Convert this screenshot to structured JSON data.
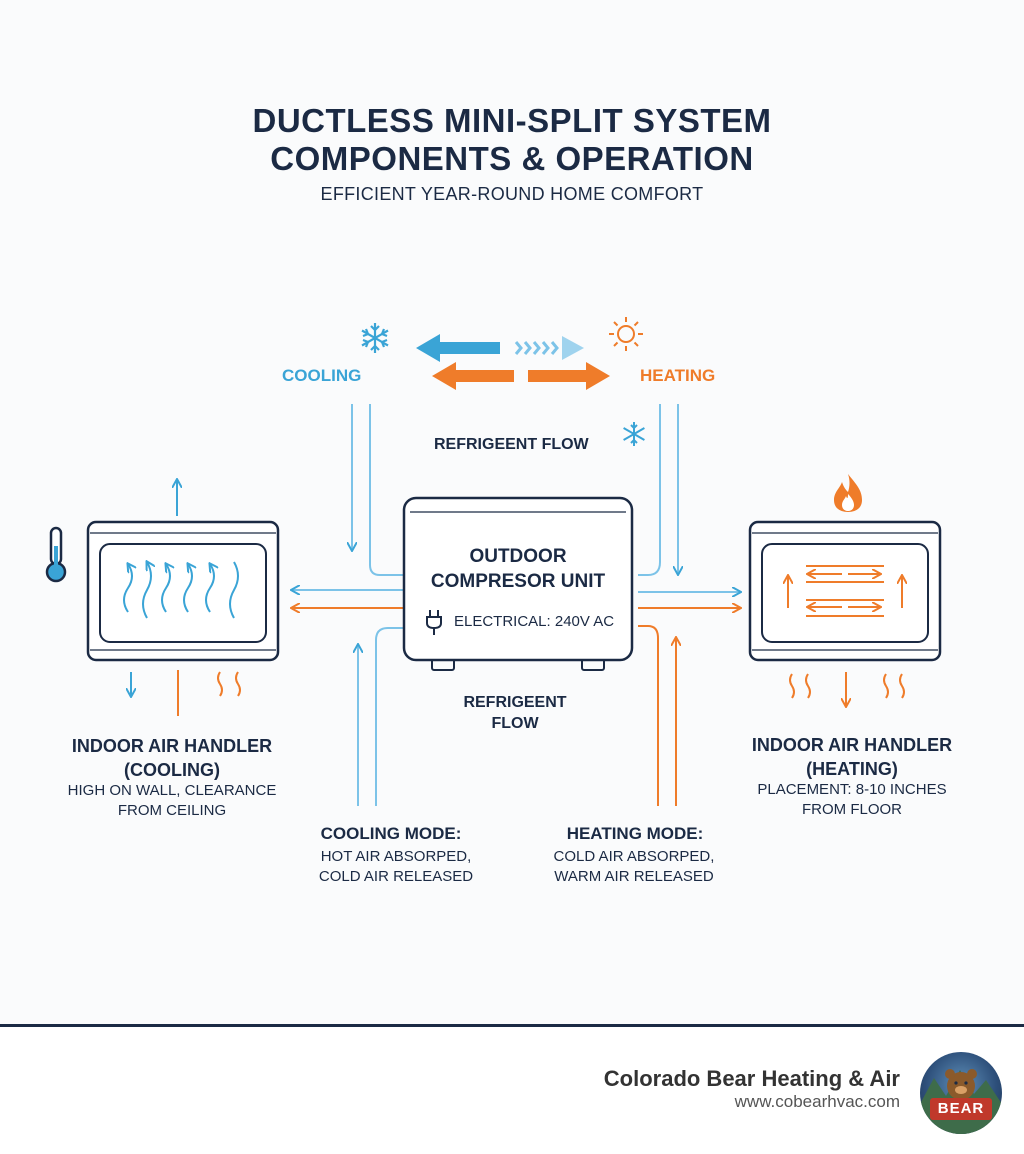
{
  "header": {
    "title_line1": "DUCTLESS MINI-SPLIT SYSTEM",
    "title_line2": "COMPONENTS & OPERATION",
    "subtitle": "EFFICIENT YEAR-ROUND HOME COMFORT"
  },
  "modes": {
    "cooling": "COOLING",
    "heating": "HEATING"
  },
  "flow_labels": {
    "top": "REFRIGEENT FLOW",
    "bottom_line1": "REFRIGEENT",
    "bottom_line2": "FLOW"
  },
  "outdoor_unit": {
    "line1": "OUTDOOR",
    "line2": "COMPRESOR UNIT",
    "electrical": "ELECTRICAL: 240V AC"
  },
  "indoor_cooling": {
    "title_line1": "INDOOR AIR HANDLER",
    "title_line2": "(COOLING)",
    "note_line1": "HIGH ON WALL, CLEARANCE",
    "note_line2": "FROM CEILING"
  },
  "indoor_heating": {
    "title_line1": "INDOOR AIR HANDLER",
    "title_line2": "(HEATING)",
    "note_line1": "PLACEMENT: 8-10 INCHES",
    "note_line2": "FROM FLOOR"
  },
  "cooling_mode": {
    "title": "COOLING MODE:",
    "line1": "HOT AIR ABSORPED,",
    "line2": "COLD AIR RELEASED"
  },
  "heating_mode": {
    "title": "HEATING MODE:",
    "line1": "COLD AIR ABSORPED,",
    "line2": "WARM AIR RELEASED"
  },
  "footer": {
    "company": "Colorado Bear Heating & Air",
    "website": "www.cobearhvac.com",
    "logo_text": "BEAR"
  },
  "colors": {
    "navy": "#1b2a44",
    "cool": "#3aa4d6",
    "cool_light": "#7cc3e8",
    "heat": "#ef7c2a"
  },
  "icons": [
    "snowflake-icon",
    "sun-icon",
    "flame-icon",
    "thermometer-icon",
    "plug-icon"
  ]
}
